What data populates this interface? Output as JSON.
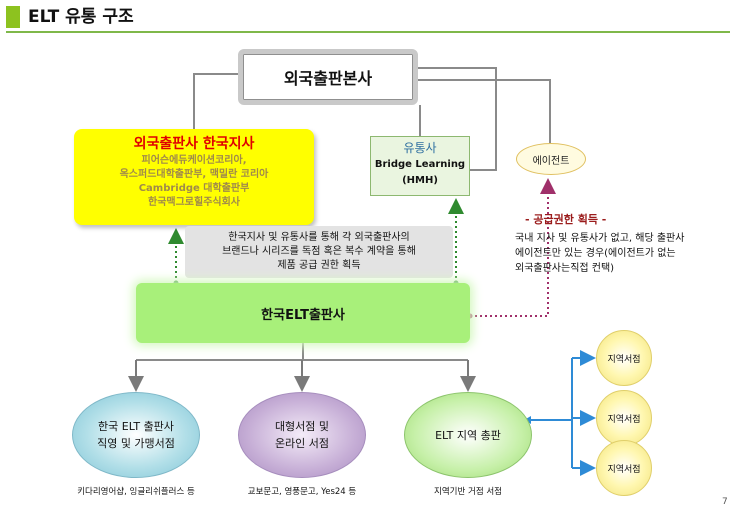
{
  "title": "ELT 유통 구조",
  "hq": "외국출판본사",
  "branch": {
    "title": "외국출판사 한국지사",
    "lines": [
      "피어슨에듀케이션코리아,",
      "옥스퍼드대학출판부, 맥밀란 코리아",
      "Cambridge 대학출판부",
      "한국맥그로힐주식회사"
    ]
  },
  "distributor": {
    "label": "유통사",
    "line1": "Bridge Learning",
    "line2": "(HMH)"
  },
  "agent": "에이전트",
  "grey_note": [
    "한국지사 및 유통사를 통해 각 외국출판사의",
    "브랜드나 시리즈를 독점 혹은 복수 계약을 통해",
    "제품 공급 권한 획득"
  ],
  "agent_note": {
    "title": "- 공급권한 획득 -",
    "lines": [
      "국내 지사 및 유통사가 없고, 해당 출판사",
      "에이전트만 있는 경우(에이전트가 없는",
      "외국출판사는직접 컨택)"
    ]
  },
  "korea_publisher": "한국ELT출판사",
  "channels": [
    {
      "line1": "한국 ELT 출판사",
      "line2": "직영 및 가맹서점",
      "caption": "키다리영어샵, 잉글리쉬플러스 등"
    },
    {
      "line1": "대형서점 및",
      "line2": "온라인 서점",
      "caption": "교보문고, 영풍문고, Yes24 등"
    },
    {
      "line1": "ELT 지역 총판",
      "line2": "",
      "caption": "지역기반 거점 서점"
    }
  ],
  "regional_stores": [
    "지역서점",
    "지역서점",
    "지역서점"
  ],
  "page_number": "7",
  "colors": {
    "accent_green": "#8dc21f",
    "branch_yellow": "#ffff00",
    "branch_text_red": "#e00000",
    "publisher_green": "#a8f07a",
    "arrow_blue": "#2e8bd6",
    "dotted_purple": "#a0306a",
    "dotted_green": "#2f8a2f"
  }
}
